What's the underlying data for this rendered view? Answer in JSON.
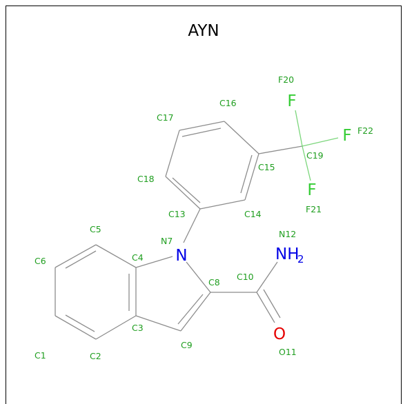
{
  "title": "AYN",
  "colors": {
    "label": "#1f9e1f",
    "bond": "#8c8c8c",
    "nitrogen": "#0000e6",
    "oxygen": "#e60000",
    "fluorine": "#33cc33"
  },
  "atom_symbols": {
    "N7": "N",
    "N12": "NH",
    "N12_sub": "2",
    "O11": "O",
    "F20": "F",
    "F21": "F",
    "F22": "F"
  },
  "labels": {
    "C1": "C1",
    "C2": "C2",
    "C3": "C3",
    "C4": "C4",
    "C5": "C5",
    "C6": "C6",
    "N7": "N7",
    "C8": "C8",
    "C9": "C9",
    "C10": "C10",
    "O11": "O11",
    "N12": "N12",
    "C13": "C13",
    "C14": "C14",
    "C15": "C15",
    "C16": "C16",
    "C17": "C17",
    "C18": "C18",
    "C19": "C19",
    "F20": "F20",
    "F21": "F21",
    "F22": "F22"
  }
}
